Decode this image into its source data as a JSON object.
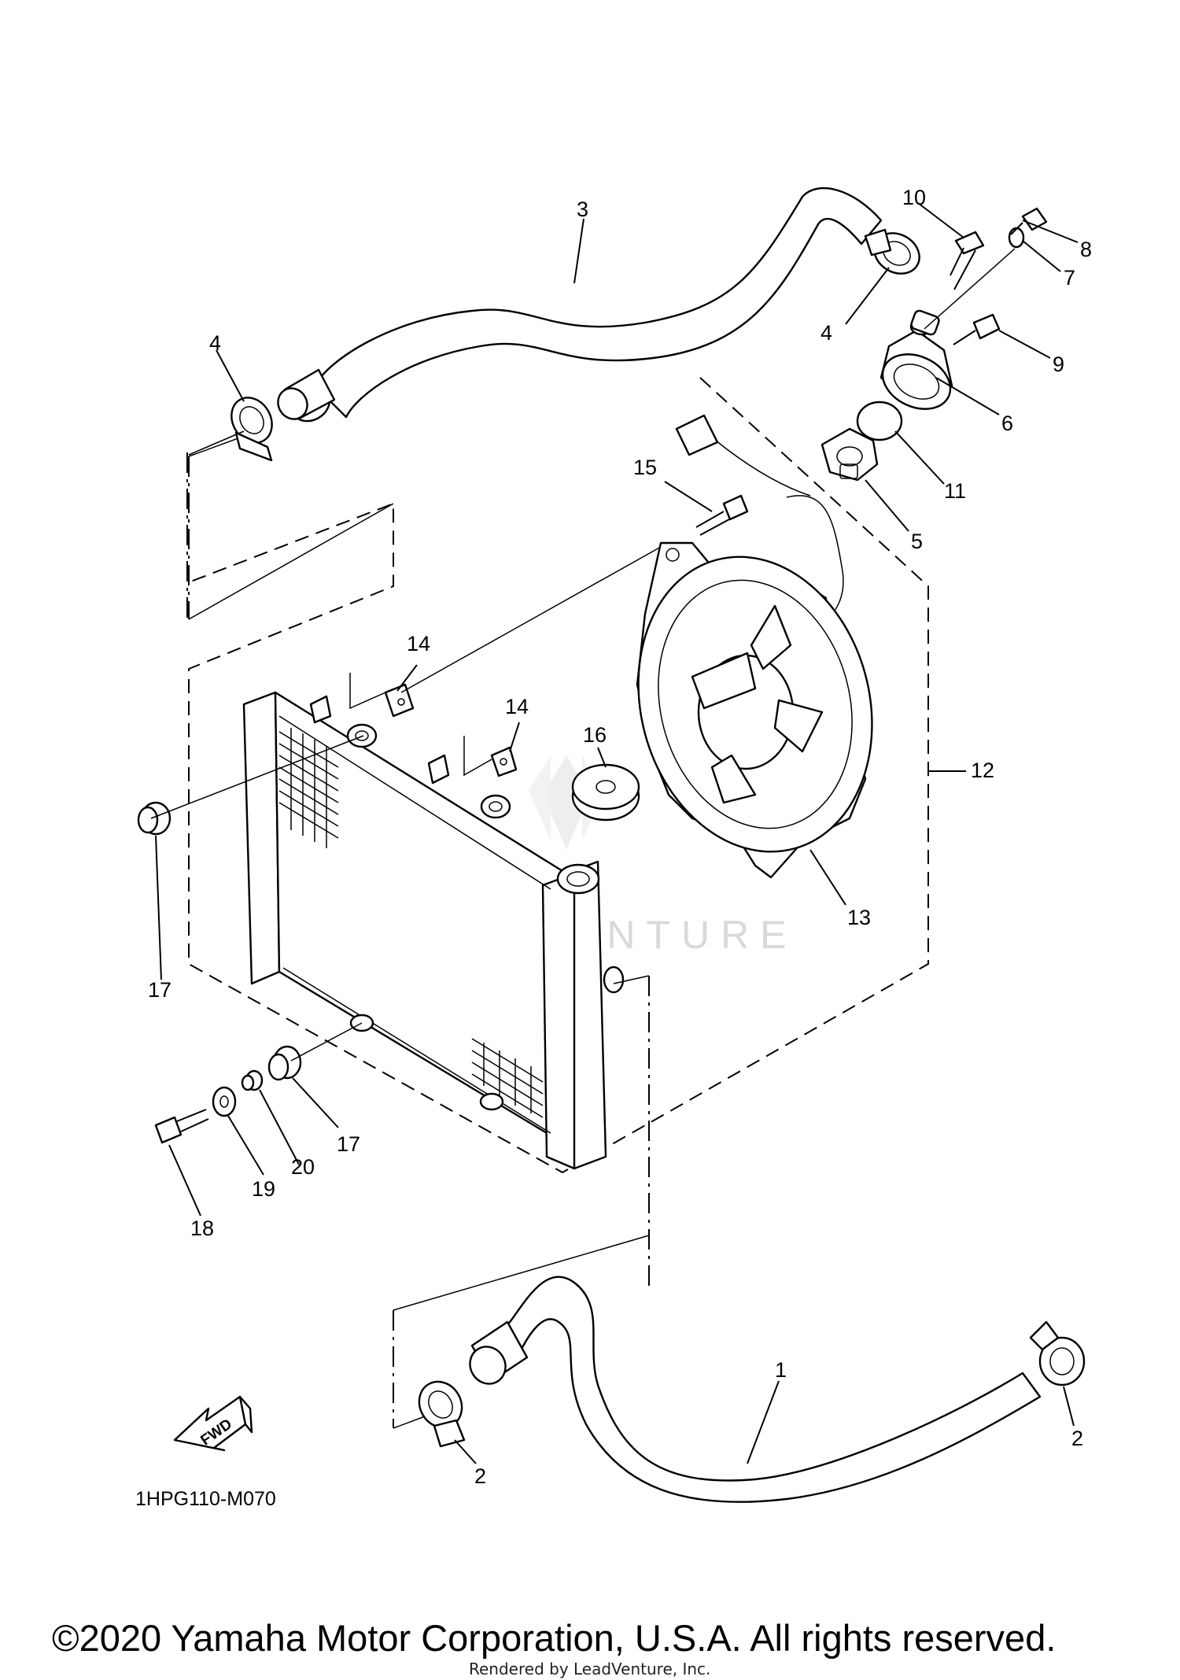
{
  "diagram": {
    "reference_code": "1HPG110-M070",
    "watermark": "LEADVENTURE",
    "direction_marker": "FWD",
    "copyright": "©2020 Yamaha Motor Corporation, U.S.A. All rights reserved.",
    "rendered_by": "Rendered by LeadVenture, Inc."
  },
  "callouts": [
    {
      "id": "c1",
      "text": "1"
    },
    {
      "id": "c2a",
      "text": "2"
    },
    {
      "id": "c2b",
      "text": "2"
    },
    {
      "id": "c3",
      "text": "3"
    },
    {
      "id": "c4a",
      "text": "4"
    },
    {
      "id": "c4b",
      "text": "4"
    },
    {
      "id": "c5",
      "text": "5"
    },
    {
      "id": "c6",
      "text": "6"
    },
    {
      "id": "c7",
      "text": "7"
    },
    {
      "id": "c8",
      "text": "8"
    },
    {
      "id": "c9",
      "text": "9"
    },
    {
      "id": "c10",
      "text": "10"
    },
    {
      "id": "c11",
      "text": "11"
    },
    {
      "id": "c12",
      "text": "12"
    },
    {
      "id": "c13",
      "text": "13"
    },
    {
      "id": "c14a",
      "text": "14"
    },
    {
      "id": "c14b",
      "text": "14"
    },
    {
      "id": "c15",
      "text": "15"
    },
    {
      "id": "c16",
      "text": "16"
    },
    {
      "id": "c17a",
      "text": "17"
    },
    {
      "id": "c17b",
      "text": "17"
    },
    {
      "id": "c18",
      "text": "18"
    },
    {
      "id": "c19",
      "text": "19"
    },
    {
      "id": "c20",
      "text": "20"
    }
  ]
}
